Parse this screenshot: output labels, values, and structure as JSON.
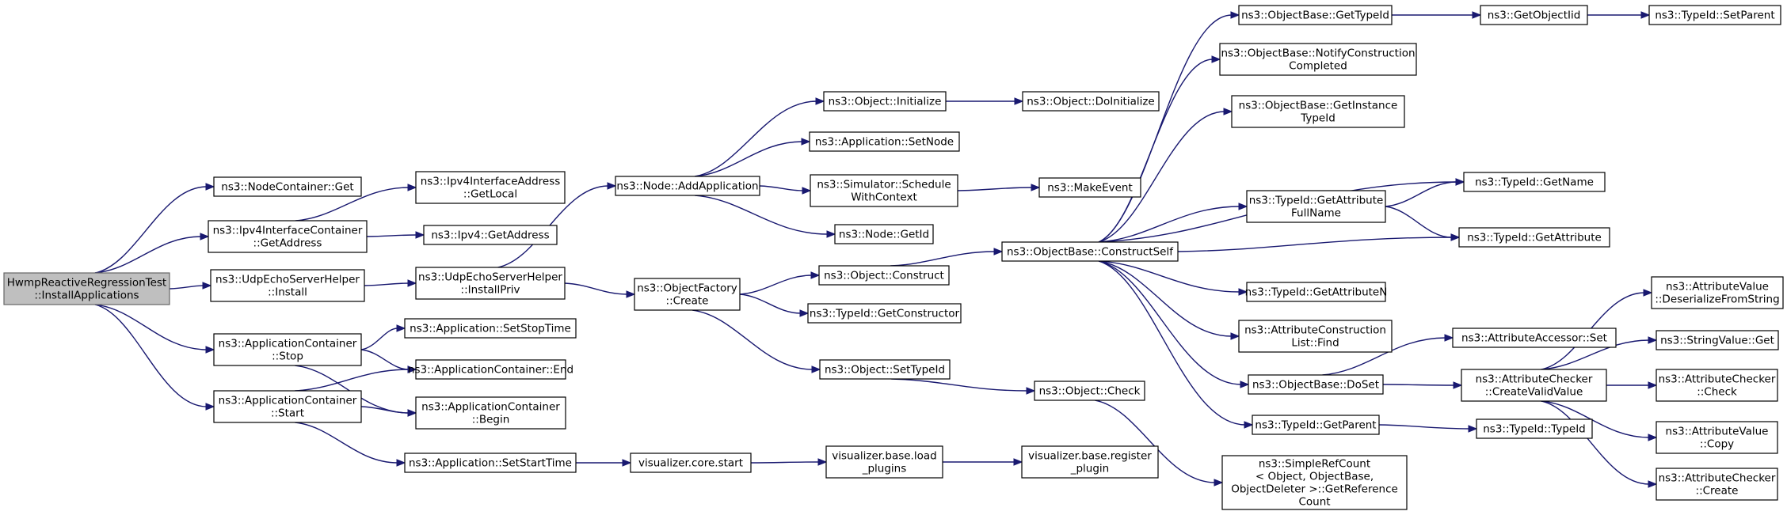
{
  "graph": {
    "title": "",
    "colors": {
      "edge": "#191970",
      "root_fill": "#bfbfbf",
      "node_fill": "#ffffff",
      "border": "#000000"
    },
    "nodes": [
      {
        "id": "root",
        "lines": [
          "HwmpReactiveRegressionTest",
          "::InstallApplications"
        ],
        "root": true
      },
      {
        "id": "nc_get",
        "lines": [
          "ns3::NodeContainer::Get"
        ]
      },
      {
        "id": "ipv4c_getaddr",
        "lines": [
          "ns3::Ipv4InterfaceContainer",
          "::GetAddress"
        ]
      },
      {
        "id": "udp_install",
        "lines": [
          "ns3::UdpEchoServerHelper",
          "::Install"
        ]
      },
      {
        "id": "ac_stop",
        "lines": [
          "ns3::ApplicationContainer",
          "::Stop"
        ]
      },
      {
        "id": "ac_start",
        "lines": [
          "ns3::ApplicationContainer",
          "::Start"
        ]
      },
      {
        "id": "ipv4ia_getlocal",
        "lines": [
          "ns3::Ipv4InterfaceAddress",
          "::GetLocal"
        ]
      },
      {
        "id": "ipv4_getaddr",
        "lines": [
          "ns3::Ipv4::GetAddress"
        ]
      },
      {
        "id": "udp_installpriv",
        "lines": [
          "ns3::UdpEchoServerHelper",
          "::InstallPriv"
        ]
      },
      {
        "id": "app_setstop",
        "lines": [
          "ns3::Application::SetStopTime"
        ]
      },
      {
        "id": "ac_end",
        "lines": [
          "ns3::ApplicationContainer::End"
        ]
      },
      {
        "id": "ac_begin",
        "lines": [
          "ns3::ApplicationContainer",
          "::Begin"
        ]
      },
      {
        "id": "app_setstart",
        "lines": [
          "ns3::Application::SetStartTime"
        ]
      },
      {
        "id": "node_addapp",
        "lines": [
          "ns3::Node::AddApplication"
        ]
      },
      {
        "id": "of_create",
        "lines": [
          "ns3::ObjectFactory",
          "::Create"
        ]
      },
      {
        "id": "vis_start",
        "lines": [
          "visualizer.core.start"
        ]
      },
      {
        "id": "obj_init",
        "lines": [
          "ns3::Object::Initialize"
        ]
      },
      {
        "id": "app_setnode",
        "lines": [
          "ns3::Application::SetNode"
        ]
      },
      {
        "id": "sim_sched",
        "lines": [
          "ns3::Simulator::Schedule",
          "WithContext"
        ]
      },
      {
        "id": "node_getid",
        "lines": [
          "ns3::Node::GetId"
        ]
      },
      {
        "id": "obj_construct",
        "lines": [
          "ns3::Object::Construct"
        ]
      },
      {
        "id": "tid_getctor",
        "lines": [
          "ns3::TypeId::GetConstructor"
        ]
      },
      {
        "id": "obj_settid",
        "lines": [
          "ns3::Object::SetTypeId"
        ]
      },
      {
        "id": "vis_load",
        "lines": [
          "visualizer.base.load",
          "_plugins"
        ]
      },
      {
        "id": "obj_doinit",
        "lines": [
          "ns3::Object::DoInitialize"
        ]
      },
      {
        "id": "makeevent",
        "lines": [
          "ns3::MakeEvent"
        ]
      },
      {
        "id": "ob_construct",
        "lines": [
          "ns3::ObjectBase::ConstructSelf"
        ]
      },
      {
        "id": "obj_check",
        "lines": [
          "ns3::Object::Check"
        ]
      },
      {
        "id": "vis_register",
        "lines": [
          "visualizer.base.register",
          "_plugin"
        ]
      },
      {
        "id": "ob_gettid",
        "lines": [
          "ns3::ObjectBase::GetTypeId"
        ]
      },
      {
        "id": "ob_notify",
        "lines": [
          "ns3::ObjectBase::NotifyConstruction",
          "Completed"
        ]
      },
      {
        "id": "ob_getinst",
        "lines": [
          "ns3::ObjectBase::GetInstance",
          "TypeId"
        ]
      },
      {
        "id": "tid_getattrfull",
        "lines": [
          "ns3::TypeId::GetAttribute",
          "FullName"
        ]
      },
      {
        "id": "tid_getattrn",
        "lines": [
          "ns3::TypeId::GetAttributeN"
        ]
      },
      {
        "id": "acl_find",
        "lines": [
          "ns3::AttributeConstruction",
          "List::Find"
        ]
      },
      {
        "id": "ob_doset",
        "lines": [
          "ns3::ObjectBase::DoSet"
        ]
      },
      {
        "id": "tid_getparent",
        "lines": [
          "ns3::TypeId::GetParent"
        ]
      },
      {
        "id": "srefcount",
        "lines": [
          "ns3::SimpleRefCount",
          "< Object, ObjectBase,",
          " ObjectDeleter >::GetReference",
          "Count"
        ]
      },
      {
        "id": "getobjectiid",
        "lines": [
          "ns3::GetObjectIid"
        ]
      },
      {
        "id": "tid_getname",
        "lines": [
          "ns3::TypeId::GetName"
        ]
      },
      {
        "id": "tid_getattr",
        "lines": [
          "ns3::TypeId::GetAttribute"
        ]
      },
      {
        "id": "aa_set",
        "lines": [
          "ns3::AttributeAccessor::Set"
        ]
      },
      {
        "id": "ac_createvalid",
        "lines": [
          "ns3::AttributeChecker",
          "::CreateValidValue"
        ]
      },
      {
        "id": "tid_typeid",
        "lines": [
          "ns3::TypeId::TypeId"
        ]
      },
      {
        "id": "tid_setparent",
        "lines": [
          "ns3::TypeId::SetParent"
        ]
      },
      {
        "id": "av_deser",
        "lines": [
          "ns3::AttributeValue",
          "::DeserializeFromString"
        ]
      },
      {
        "id": "sv_get",
        "lines": [
          "ns3::StringValue::Get"
        ]
      },
      {
        "id": "achk_check",
        "lines": [
          "ns3::AttributeChecker",
          "::Check"
        ]
      },
      {
        "id": "av_copy",
        "lines": [
          "ns3::AttributeValue",
          "::Copy"
        ]
      },
      {
        "id": "achk_create",
        "lines": [
          "ns3::AttributeChecker",
          "::Create"
        ]
      }
    ],
    "edges": [
      [
        "root",
        "nc_get"
      ],
      [
        "root",
        "ipv4c_getaddr"
      ],
      [
        "root",
        "udp_install"
      ],
      [
        "root",
        "ac_stop"
      ],
      [
        "root",
        "ac_start"
      ],
      [
        "ipv4c_getaddr",
        "ipv4ia_getlocal"
      ],
      [
        "ipv4c_getaddr",
        "ipv4_getaddr"
      ],
      [
        "udp_install",
        "udp_installpriv"
      ],
      [
        "udp_installpriv",
        "node_addapp"
      ],
      [
        "udp_installpriv",
        "of_create"
      ],
      [
        "ac_stop",
        "app_setstop"
      ],
      [
        "ac_stop",
        "ac_end"
      ],
      [
        "ac_stop",
        "ac_begin"
      ],
      [
        "ac_start",
        "ac_end"
      ],
      [
        "ac_start",
        "ac_begin"
      ],
      [
        "ac_start",
        "app_setstart"
      ],
      [
        "app_setstart",
        "vis_start"
      ],
      [
        "vis_start",
        "vis_load"
      ],
      [
        "vis_load",
        "vis_register"
      ],
      [
        "node_addapp",
        "obj_init"
      ],
      [
        "node_addapp",
        "app_setnode"
      ],
      [
        "node_addapp",
        "sim_sched"
      ],
      [
        "node_addapp",
        "node_getid"
      ],
      [
        "obj_init",
        "obj_doinit"
      ],
      [
        "sim_sched",
        "makeevent"
      ],
      [
        "of_create",
        "obj_construct"
      ],
      [
        "of_create",
        "tid_getctor"
      ],
      [
        "of_create",
        "obj_settid"
      ],
      [
        "obj_construct",
        "ob_construct"
      ],
      [
        "obj_settid",
        "obj_check"
      ],
      [
        "obj_check",
        "srefcount"
      ],
      [
        "ob_construct",
        "ob_gettid"
      ],
      [
        "ob_construct",
        "ob_notify"
      ],
      [
        "ob_construct",
        "ob_getinst"
      ],
      [
        "ob_construct",
        "tid_getname"
      ],
      [
        "ob_construct",
        "tid_getattrfull"
      ],
      [
        "ob_construct",
        "tid_getattr"
      ],
      [
        "ob_construct",
        "tid_getattrn"
      ],
      [
        "ob_construct",
        "acl_find"
      ],
      [
        "ob_construct",
        "ob_doset"
      ],
      [
        "ob_construct",
        "tid_getparent"
      ],
      [
        "ob_gettid",
        "getobjectiid"
      ],
      [
        "getobjectiid",
        "tid_setparent"
      ],
      [
        "tid_getattrfull",
        "tid_getname"
      ],
      [
        "tid_getattrfull",
        "tid_getattr"
      ],
      [
        "ob_doset",
        "aa_set"
      ],
      [
        "ob_doset",
        "ac_createvalid"
      ],
      [
        "tid_getparent",
        "tid_typeid"
      ],
      [
        "ac_createvalid",
        "av_deser"
      ],
      [
        "ac_createvalid",
        "sv_get"
      ],
      [
        "ac_createvalid",
        "achk_check"
      ],
      [
        "ac_createvalid",
        "av_copy"
      ],
      [
        "ac_createvalid",
        "achk_create"
      ]
    ]
  }
}
